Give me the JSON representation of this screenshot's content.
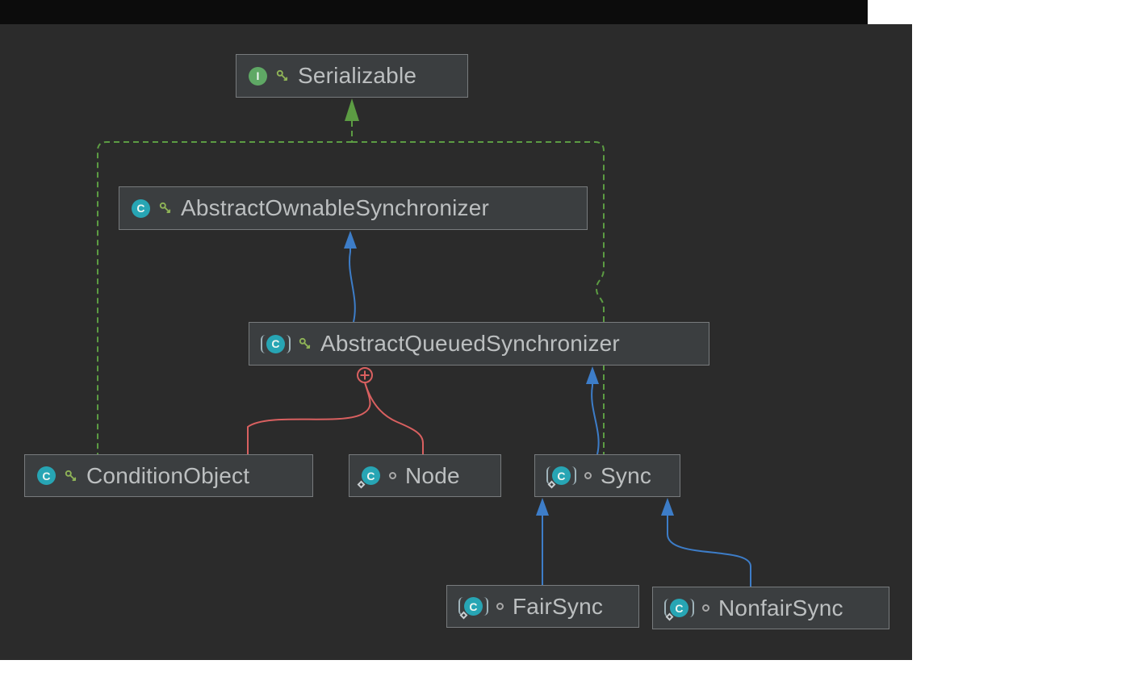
{
  "diagram": {
    "title": "AbstractQueuedSynchronizer class hierarchy",
    "nodes": [
      {
        "id": "serializable",
        "label": "Serializable",
        "kind": "interface",
        "icon_letter": "I",
        "modifier": "key"
      },
      {
        "id": "abstract-ownable-synchronizer",
        "label": "AbstractOwnableSynchronizer",
        "kind": "class",
        "icon_letter": "C",
        "modifier": "key"
      },
      {
        "id": "abstract-queued-synchronizer",
        "label": "AbstractQueuedSynchronizer",
        "kind": "abstract-class",
        "icon_letter": "C",
        "modifier": "key"
      },
      {
        "id": "condition-object",
        "label": "ConditionObject",
        "kind": "class",
        "icon_letter": "C",
        "modifier": "key"
      },
      {
        "id": "node",
        "label": "Node",
        "kind": "static-class",
        "icon_letter": "C",
        "modifier": "package-private"
      },
      {
        "id": "sync",
        "label": "Sync",
        "kind": "abstract-static-class",
        "icon_letter": "C",
        "modifier": "package-private"
      },
      {
        "id": "fair-sync",
        "label": "FairSync",
        "kind": "static-class",
        "icon_letter": "C",
        "modifier": "package-private"
      },
      {
        "id": "nonfair-sync",
        "label": "NonfairSync",
        "kind": "static-class",
        "icon_letter": "C",
        "modifier": "package-private"
      }
    ],
    "edges": [
      {
        "from": "condition-object",
        "to": "serializable",
        "type": "realization",
        "style": "green-dashed"
      },
      {
        "from": "sync",
        "to": "serializable",
        "type": "realization",
        "style": "green-dashed"
      },
      {
        "from": "abstract-queued-synchronizer",
        "to": "abstract-ownable-synchronizer",
        "type": "extends",
        "style": "blue-solid"
      },
      {
        "from": "sync",
        "to": "abstract-queued-synchronizer",
        "type": "extends",
        "style": "blue-solid"
      },
      {
        "from": "fair-sync",
        "to": "sync",
        "type": "extends",
        "style": "blue-solid"
      },
      {
        "from": "nonfair-sync",
        "to": "sync",
        "type": "extends",
        "style": "blue-solid"
      },
      {
        "from": "abstract-queued-synchronizer",
        "to": "condition-object",
        "type": "inner-class",
        "style": "red-solid-plus"
      },
      {
        "from": "abstract-queued-synchronizer",
        "to": "node",
        "type": "inner-class",
        "style": "red-solid-plus"
      }
    ]
  },
  "colors": {
    "canvas-bg": "#2b2b2b",
    "top-strip": "#0c0c0c",
    "node-bg": "#3b3e40",
    "node-border": "#787b7d",
    "node-text": "#bcbfc0",
    "edge-green": "#5c9c43",
    "edge-blue": "#3d7dc8",
    "edge-red": "#d96060",
    "icon-interface": "#5fa865",
    "icon-class": "#27a5b4",
    "icon-modifier": "#8fb457"
  }
}
